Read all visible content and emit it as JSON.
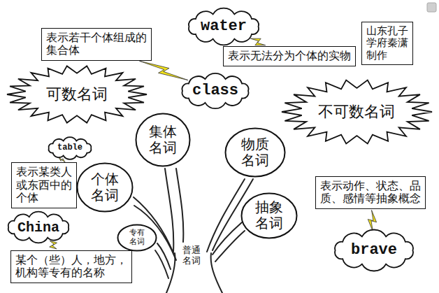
{
  "diagram": {
    "nodes": [
      {
        "text": [
          "water"
        ]
      },
      {
        "text": [
          "表示若干个体组成的集合体"
        ]
      },
      {
        "text": [
          "山东孔子学府秦潇制作"
        ]
      },
      {
        "text": [
          "表示无法分为个体的实物"
        ]
      },
      {
        "text": [
          "class"
        ]
      },
      {
        "text": [
          "可数名词"
        ]
      },
      {
        "text": [
          "不可数名词"
        ]
      },
      {
        "text": [
          "集体名词"
        ]
      },
      {
        "text": [
          "table"
        ]
      },
      {
        "text": [
          "物质名词"
        ]
      },
      {
        "text": [
          "表示某类人或东西中的个体"
        ]
      },
      {
        "text": [
          "个体名词"
        ]
      },
      {
        "text": [
          "表示动作、状态、品质、感情等抽象概念"
        ]
      },
      {
        "text": [
          "抽象名词"
        ]
      },
      {
        "text": [
          "China"
        ]
      },
      {
        "text": [
          "专有名词"
        ]
      },
      {
        "text": [
          "brave"
        ]
      },
      {
        "text": [
          "某个（些）人，地方，机构等专有的名称"
        ]
      }
    ],
    "edges": [
      {
        "from": 1,
        "to": 4,
        "arrow": "none"
      },
      {
        "from": 0,
        "to": 3,
        "arrow": "none"
      },
      {
        "from": 8,
        "to": 10,
        "arrow": "none"
      },
      {
        "from": 12,
        "to": 16,
        "arrow": "none"
      },
      {
        "from": 14,
        "to": 17,
        "arrow": "none"
      }
    ],
    "labels": [
      "普通名词"
    ]
  }
}
